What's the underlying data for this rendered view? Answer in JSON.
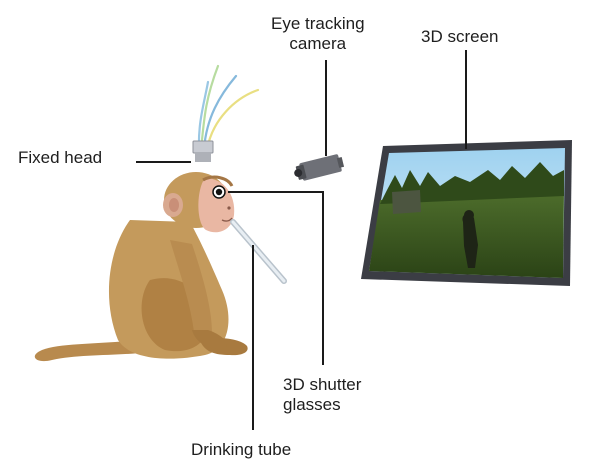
{
  "labels": {
    "fixed_head": "Fixed head",
    "eye_tracking": {
      "line1": "Eye tracking",
      "line2": "camera"
    },
    "screen": "3D screen",
    "shutter_glasses": {
      "line1": "3D shutter",
      "line2": "glasses"
    },
    "drinking_tube": "Drinking tube"
  },
  "colors": {
    "leader_line": "#1a1a1a",
    "monkey_fur": "#c49a5c",
    "monkey_shadow": "#a37a42",
    "face": "#e9b7a3",
    "screen_frame": "#3b3d44",
    "sky": "#8ec6ea",
    "grass": "#3b5a1f",
    "electrode_green": "#a9d98a",
    "electrode_blue": "#7fb4d8",
    "electrode_yellow": "#e6dd7a"
  }
}
